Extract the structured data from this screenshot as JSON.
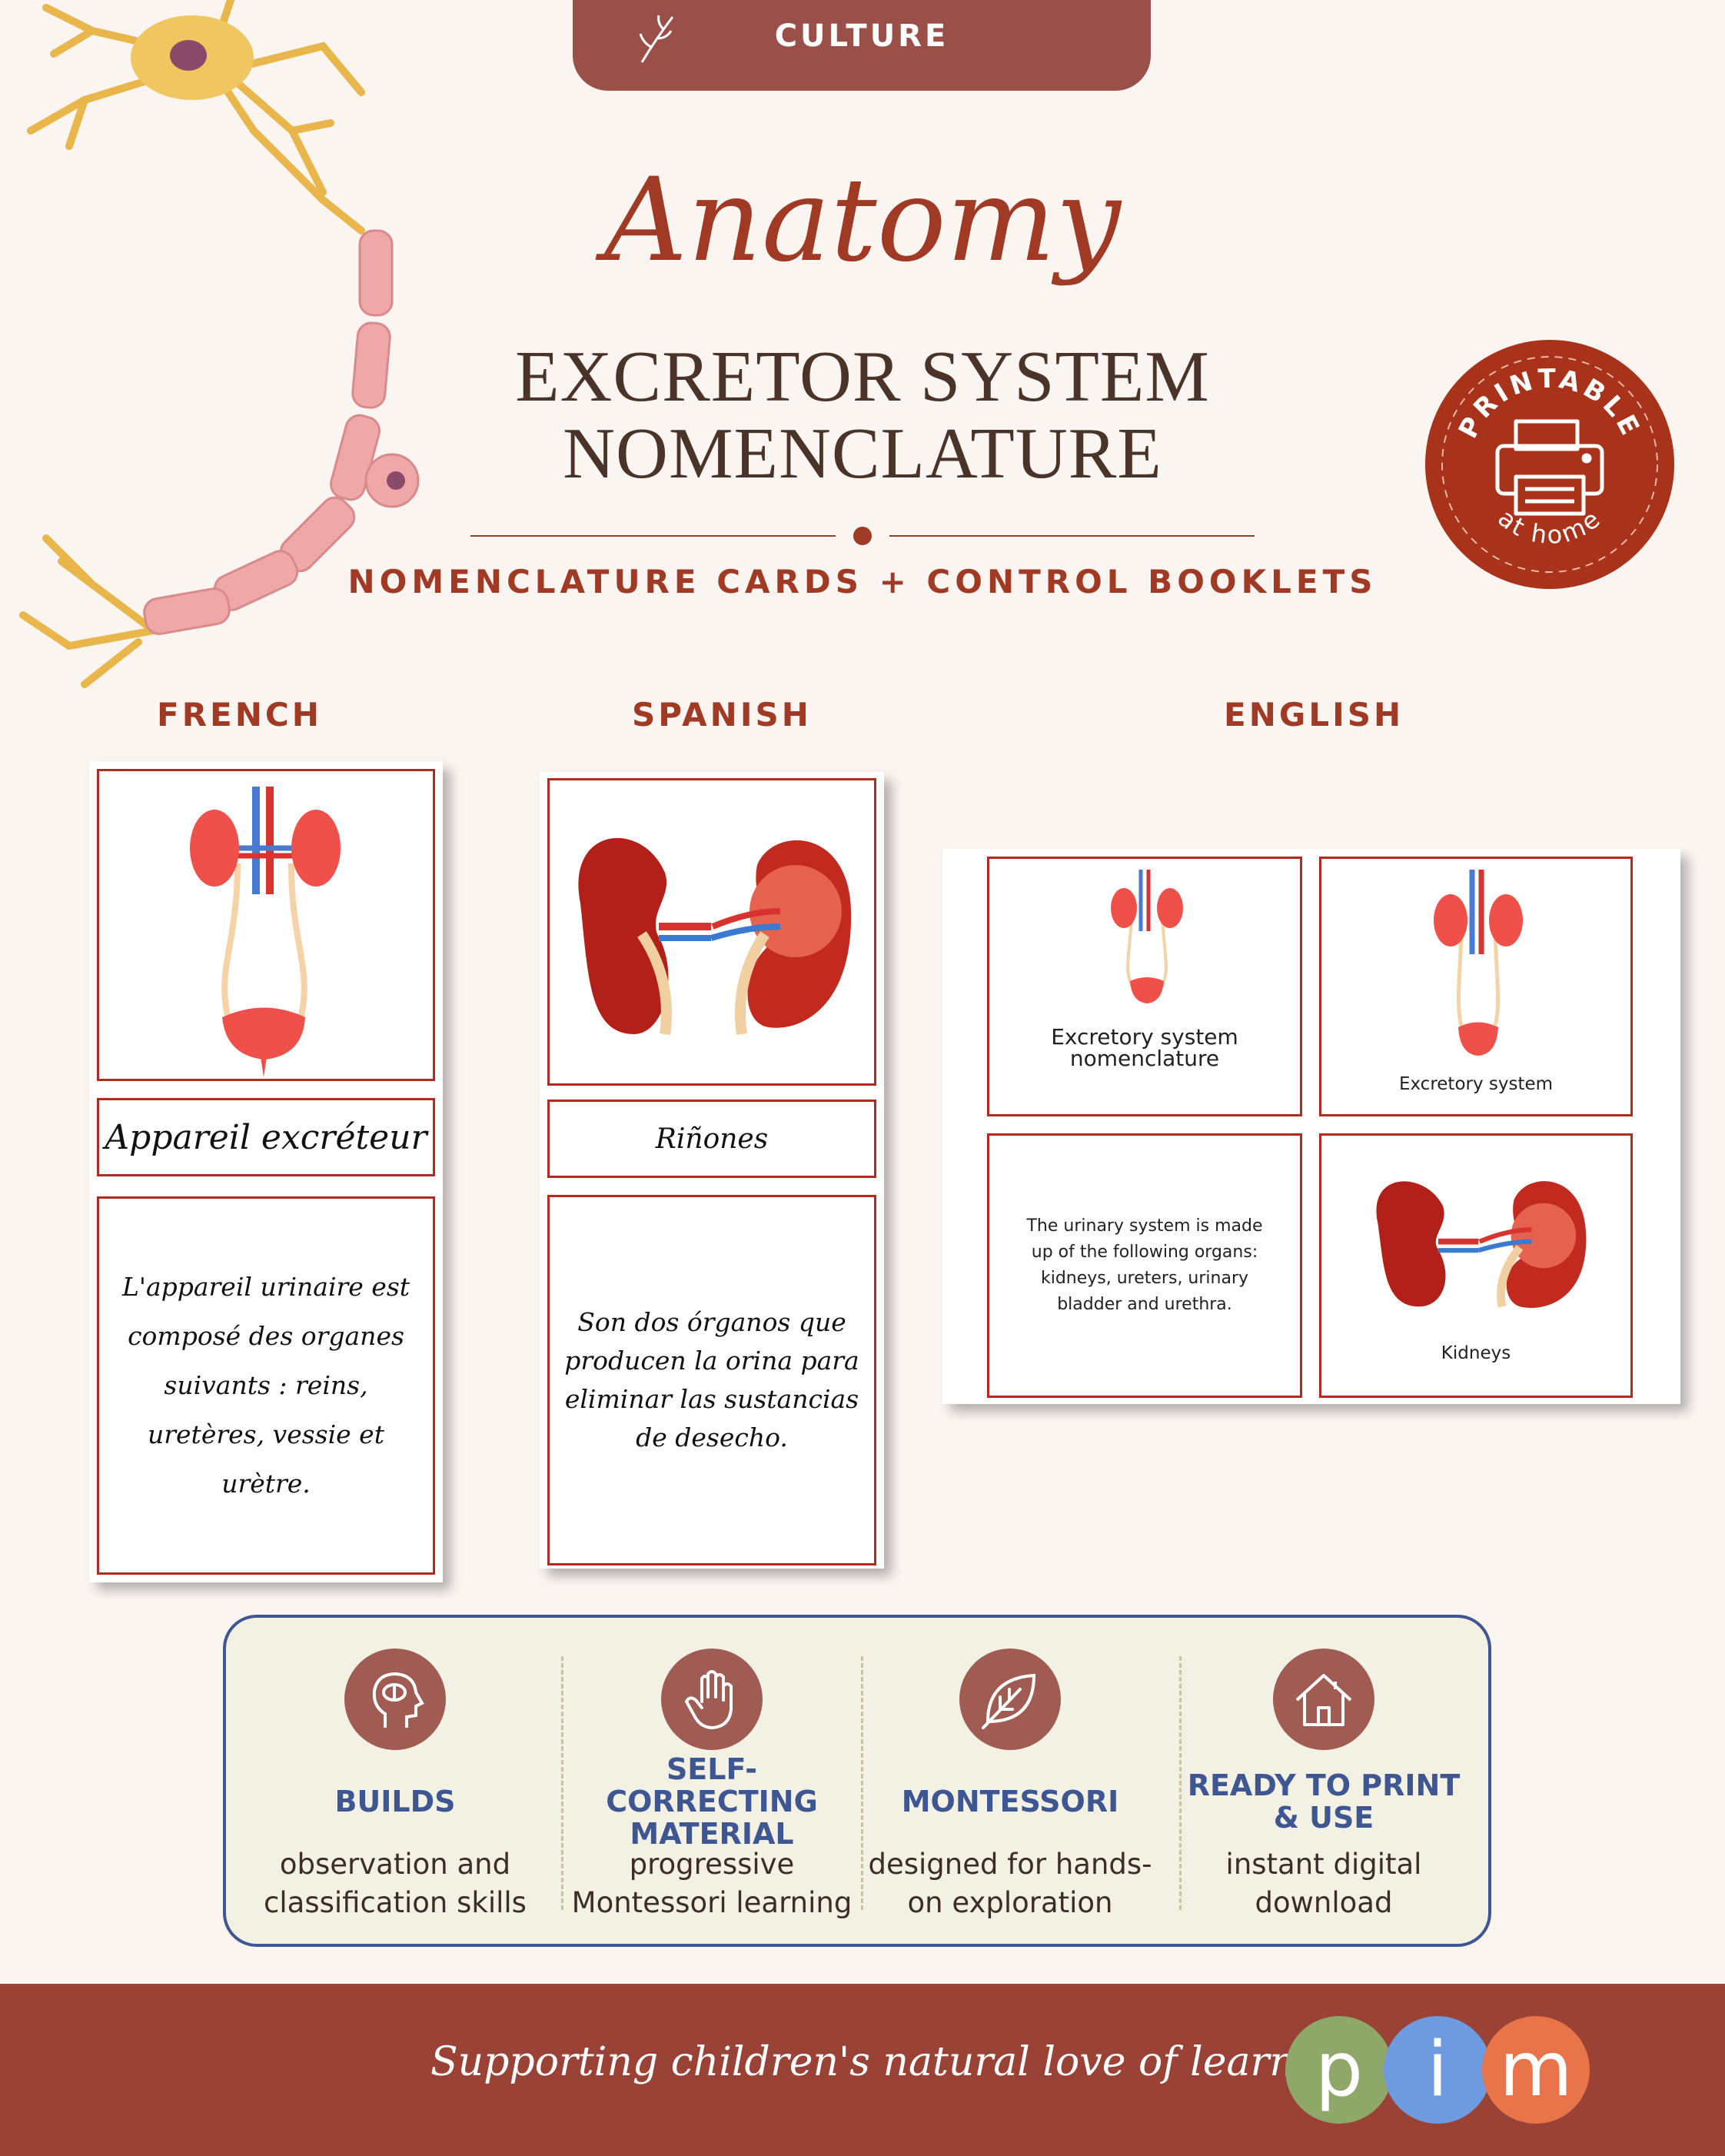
{
  "header": {
    "tab_label": "CULTURE",
    "script_title": "Anatomy",
    "title_line1": "EXCRETOR SYSTEM",
    "title_line2": "NOMENCLATURE",
    "subtitle": "NOMENCLATURE CARDS + CONTROL BOOKLETS"
  },
  "badge": {
    "top_text": "PRINTABLE",
    "bottom_text": "at home",
    "icon": "printer-icon"
  },
  "languages": {
    "french": "FRENCH",
    "spanish": "SPANISH",
    "english": "ENGLISH"
  },
  "french_cards": {
    "label": "Appareil excréteur",
    "definition": "L'appareil urinaire est composé des organes suivants : reins, uretères, vessie et urètre."
  },
  "spanish_cards": {
    "label": "Riñones",
    "definition": "Son dos órganos que producen la orina para eliminar las sustancias de desecho."
  },
  "english_cards": {
    "title_card": "Excretory system nomenclature",
    "picture_label": "Excretory system",
    "definition": "The urinary system is made up of the following organs: kidneys, ureters, urinary bladder and urethra.",
    "kidneys_label": "Kidneys"
  },
  "features": [
    {
      "icon": "brain-head-icon",
      "title": "BUILDS",
      "desc": "observation and classification skills"
    },
    {
      "icon": "hand-icon",
      "title": "SELF-CORRECTING MATERIAL",
      "desc": "progressive Montessori learning"
    },
    {
      "icon": "leaf-icon",
      "title": "MONTESSORI",
      "desc": "designed for hands-on exploration"
    },
    {
      "icon": "house-icon",
      "title": "READY TO PRINT & USE",
      "desc": "instant digital download"
    }
  ],
  "footer": {
    "tagline": "Supporting children's natural love of learning",
    "logo_letters": [
      "p",
      "i",
      "m"
    ]
  },
  "colors": {
    "background": "#fbf5f2",
    "accent_red": "#a03a24",
    "tab_brown": "#9a5048",
    "feature_blue": "#3e5691",
    "logo_green": "#8fa86a",
    "logo_blue": "#6e9ae0",
    "logo_orange": "#e8744a"
  }
}
